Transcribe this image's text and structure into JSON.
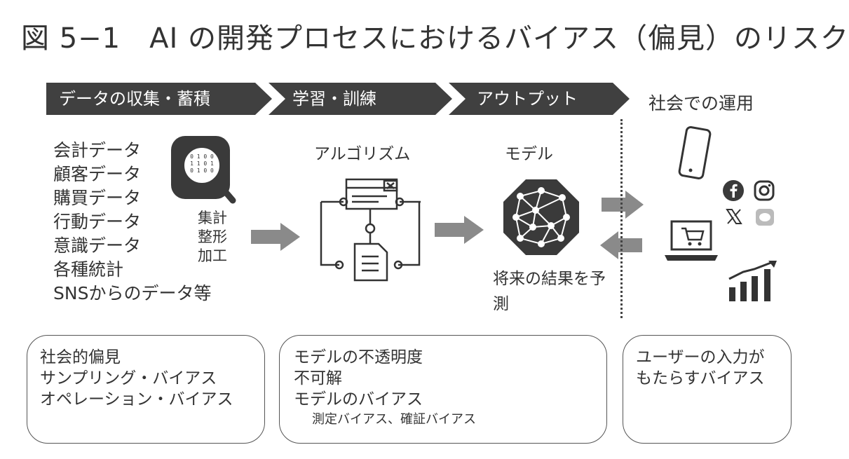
{
  "title": "図 5−1　AI の開発プロセスにおけるバイアス（偏見）のリスク",
  "stages": {
    "s1": "データの収集・蓄積",
    "s2": "学習・訓練",
    "s3": "アウトプット",
    "s4": "社会での運用"
  },
  "data_items": [
    "会計データ",
    "顧客データ",
    "購買データ",
    "行動データ",
    "意識データ",
    "各種統計",
    "SNSからのデータ等"
  ],
  "processing": [
    "集計",
    "整形",
    "加工"
  ],
  "algorithm_label": "アルゴリズム",
  "model_label": "モデル",
  "prediction": "将来の結果を予測",
  "boxes": {
    "b1": [
      "社会的偏見",
      "サンプリング・バイアス",
      "オペレーション・バイアス"
    ],
    "b2": [
      "モデルの不透明度",
      "不可解",
      "モデルのバイアス"
    ],
    "b2_sub": "測定バイアス、確証バイアス",
    "b3": [
      "ユーザーの入力が",
      "もたらすバイアス"
    ]
  },
  "icons": [
    "magnifier-data-icon",
    "algorithm-flow-icon",
    "neural-network-model-icon",
    "smartphone-icon",
    "facebook-icon",
    "instagram-icon",
    "x-icon",
    "messaging-icon",
    "laptop-cart-icon",
    "bar-chart-growth-icon",
    "right-arrow-icon",
    "left-arrow-icon"
  ],
  "colors": {
    "stage_bg": "#404040",
    "arrow": "#8a8a8a",
    "text": "#333333"
  }
}
